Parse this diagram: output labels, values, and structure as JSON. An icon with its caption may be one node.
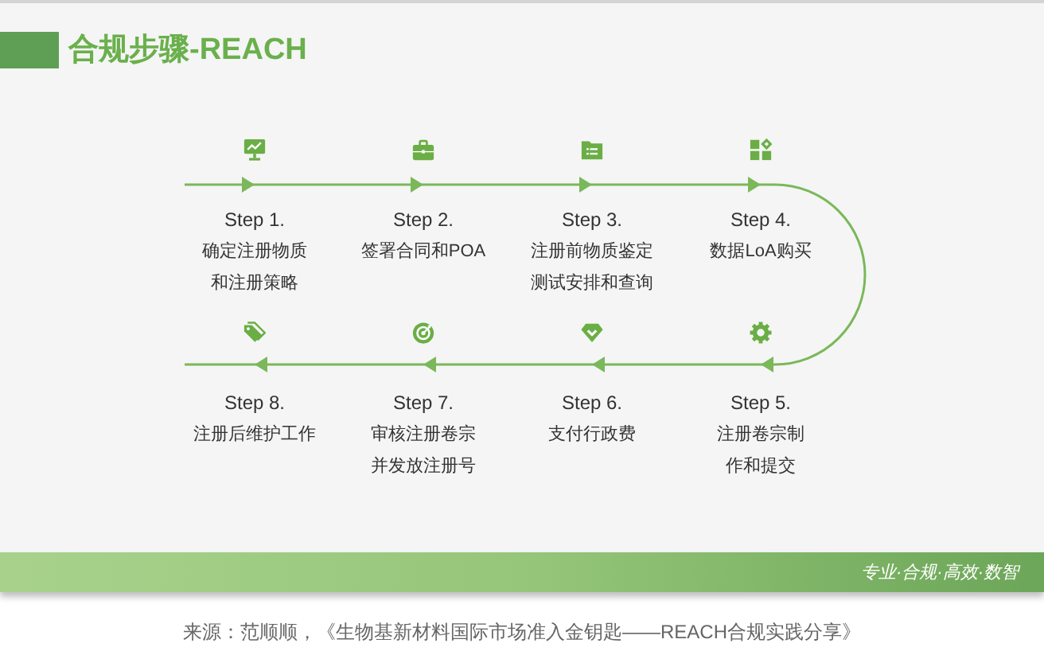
{
  "diagram": {
    "title": "合规步骤-REACH",
    "caption": "来源：范顺顺，《生物基新材料国际市场准入金钥匙——REACH合规实践分享》",
    "nodes": [
      {
        "text": [
          "Step 1.",
          "确定注册物质和注册策略"
        ]
      },
      {
        "text": [
          "Step 2.",
          "签署合同和POA"
        ]
      },
      {
        "text": [
          "Step 3.",
          "注册前物质鉴定测试安排和查询"
        ]
      },
      {
        "text": [
          "Step 4.",
          "数据LoA购买"
        ]
      },
      {
        "text": [
          "Step 5.",
          "注册卷宗制作和提交"
        ]
      },
      {
        "text": [
          "Step 6.",
          "支付行政费"
        ]
      },
      {
        "text": [
          "Step 7.",
          "审核注册卷宗并发放注册号"
        ]
      },
      {
        "text": [
          "Step 8.",
          "注册后维护工作"
        ]
      }
    ],
    "edges": [
      {
        "from": null,
        "to": 0,
        "arrow": "to"
      },
      {
        "from": 0,
        "to": 1,
        "arrow": "to"
      },
      {
        "from": 1,
        "to": 2,
        "arrow": "to"
      },
      {
        "from": 2,
        "to": 3,
        "arrow": "to"
      },
      {
        "from": 3,
        "to": 4,
        "arrow": "to"
      },
      {
        "from": 4,
        "to": 5,
        "arrow": "to"
      },
      {
        "from": 5,
        "to": 6,
        "arrow": "to"
      },
      {
        "from": 6,
        "to": 7,
        "arrow": "to"
      },
      {
        "from": 7,
        "to": null,
        "arrow": "none"
      }
    ],
    "labels": [
      "专业·合规·高效·数智"
    ]
  }
}
